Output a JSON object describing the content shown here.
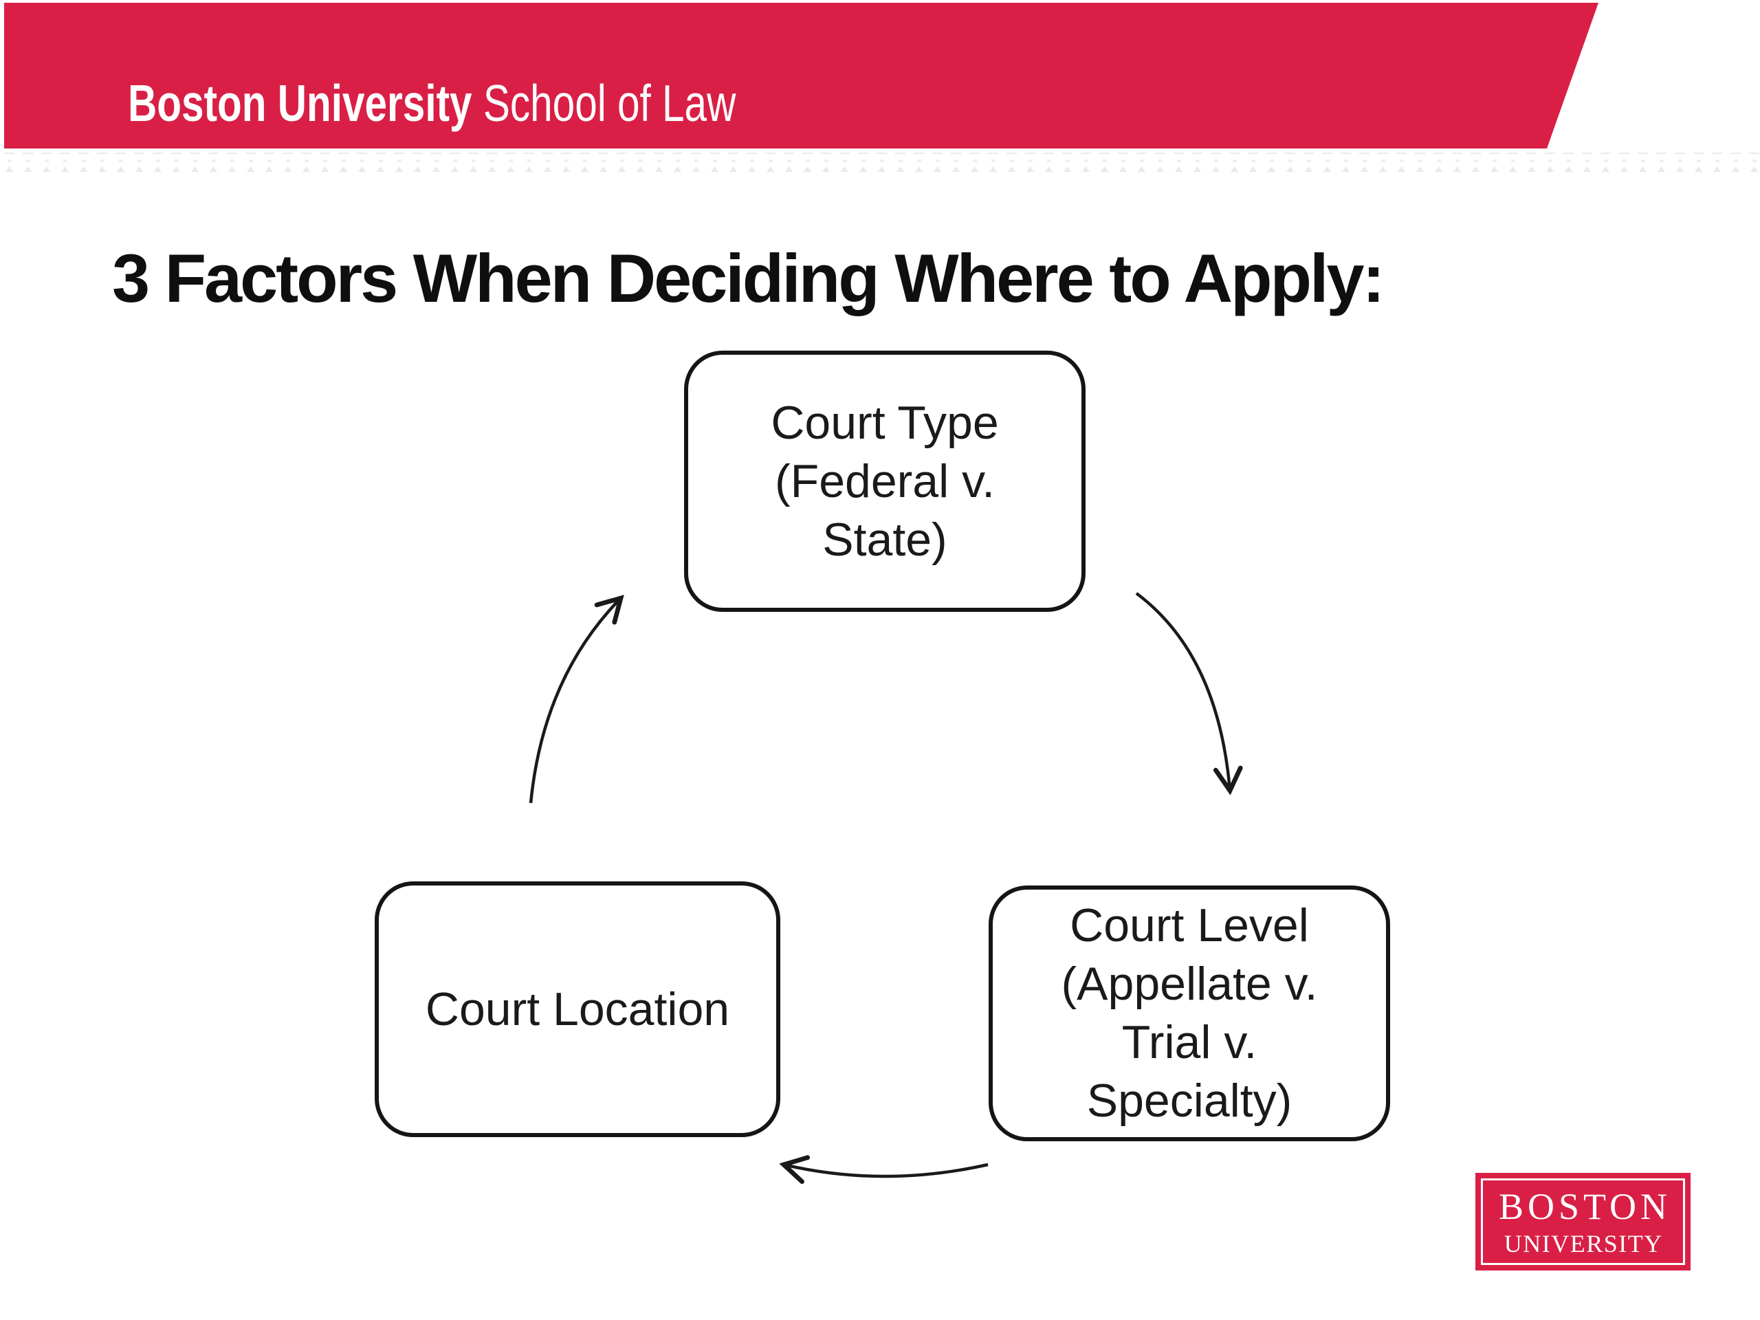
{
  "slide": {
    "header": {
      "brand_bold": "Boston University",
      "brand_regular": " School of Law",
      "bar_color": "#D91F45"
    },
    "title": "3 Factors When Deciding Where to Apply:",
    "diagram": {
      "line_color": "#1a1a1a",
      "nodes": [
        {
          "id": "court-type",
          "lines": [
            "Court Type",
            "(Federal v.",
            "State)"
          ]
        },
        {
          "id": "court-level",
          "lines": [
            "Court Level",
            "(Appellate v.",
            "Trial v.",
            "Specialty)"
          ]
        },
        {
          "id": "court-location",
          "lines": [
            "Court Location"
          ]
        }
      ],
      "arrows": [
        {
          "from": "court-type",
          "to": "court-level"
        },
        {
          "from": "court-level",
          "to": "court-location"
        },
        {
          "from": "court-location",
          "to": "court-type"
        }
      ]
    },
    "logo": {
      "line1": "BOSTON",
      "line2": "UNIVERSITY",
      "color": "#D91F45"
    }
  }
}
